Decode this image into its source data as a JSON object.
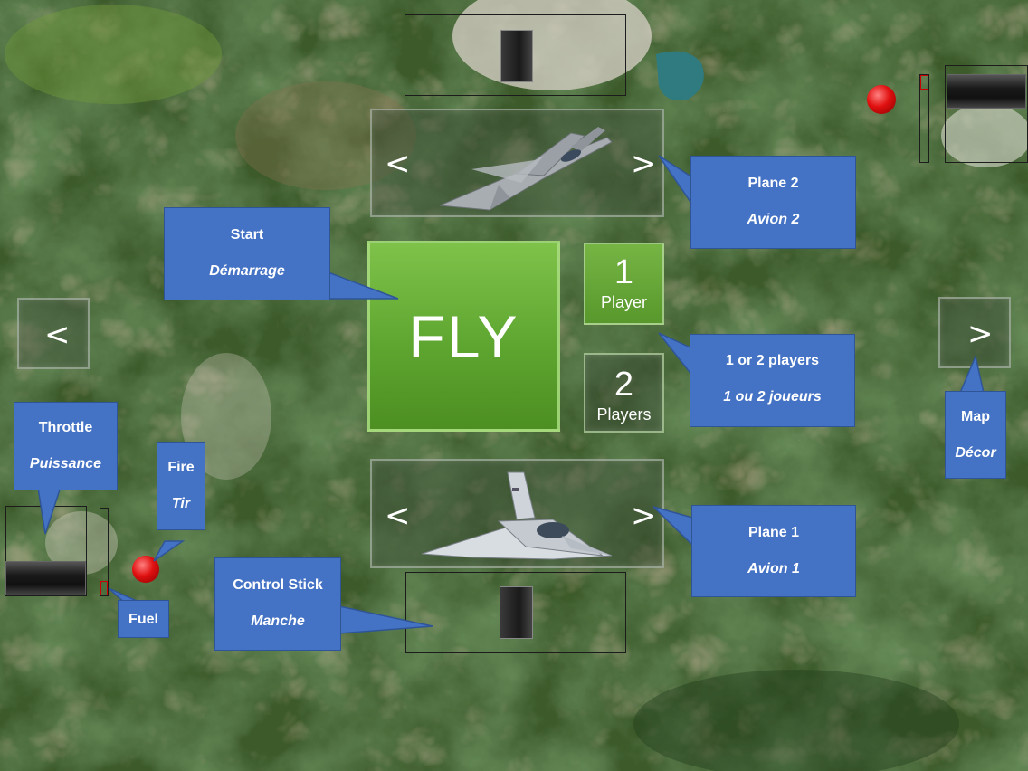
{
  "buttons": {
    "fly_label": "FLY",
    "one_player": {
      "number": "1",
      "label": "Player"
    },
    "two_players": {
      "number": "2",
      "label": "Players"
    },
    "prev_arrow": "<",
    "next_arrow": ">"
  },
  "callouts": {
    "plane2": {
      "en": "Plane 2",
      "fr": "Avion 2"
    },
    "start": {
      "en": "Start",
      "fr": "Démarrage"
    },
    "players": {
      "en": "1 or 2 players",
      "fr": "1 ou 2 joueurs"
    },
    "map": {
      "en": "Map",
      "fr": "Décor"
    },
    "throttle": {
      "en": "Throttle",
      "fr": "Puissance"
    },
    "fire": {
      "en": "Fire",
      "fr": "Tir"
    },
    "fuel": {
      "en": "Fuel"
    },
    "control_stick": {
      "en": "Control Stick",
      "fr": "Manche"
    },
    "plane1": {
      "en": "Plane 1",
      "fr": "Avion 1"
    }
  },
  "colors": {
    "callout_fill": "#4472c4",
    "fly_green": "#5ea630",
    "fire_red": "#e01010"
  },
  "icons": [
    "plane-2-image",
    "plane-1-image",
    "fire-button-icon",
    "throttle-handle-icon",
    "control-stick-handle-icon"
  ]
}
